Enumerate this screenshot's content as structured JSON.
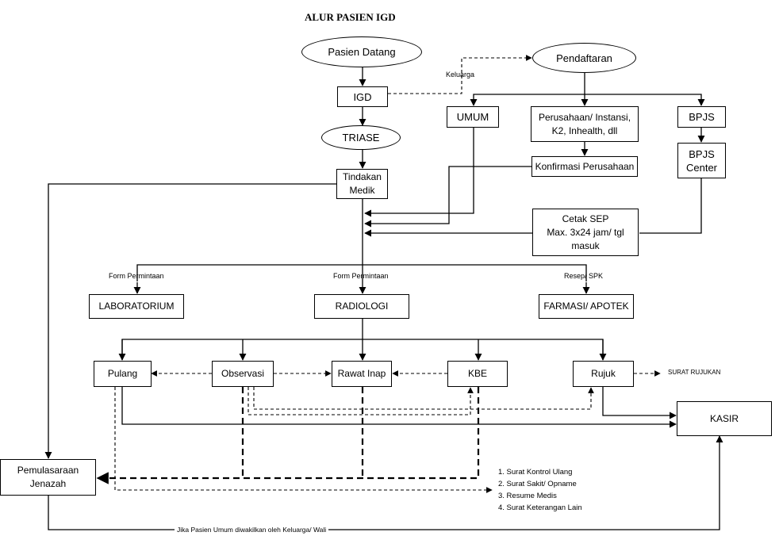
{
  "title": "ALUR  PASIEN IGD",
  "nodes": {
    "pasien_datang": "Pasien Datang",
    "pendaftaran": "Pendaftaran",
    "igd": "IGD",
    "triase": "TRIASE",
    "tindakan_medik": "Tindakan\nMedik",
    "umum": "UMUM",
    "perusahaan": "Perusahaan/ Instansi,\nK2, Inhealth, dll",
    "bpjs": "BPJS",
    "konfirmasi": "Konfirmasi Perusahaan",
    "bpjs_center": "BPJS\nCenter",
    "cetak_sep": "Cetak SEP\nMax. 3x24 jam/ tgl\nmasuk",
    "laboratorium": "LABORATORIUM",
    "radiologi": "RADIOLOGI",
    "farmasi": "FARMASI/ APOTEK",
    "pulang": "Pulang",
    "observasi": "Observasi",
    "rawat_inap": "Rawat Inap",
    "kbe": "KBE",
    "rujuk": "Rujuk",
    "kasir": "KASIR",
    "pemulasaraan": "Pemulasaraan\nJenazah"
  },
  "labels": {
    "keluarga": "Keluarga",
    "form_lab": "Form Permintaan",
    "form_rad": "Form Permintaan",
    "resep": "Resep/ SPK",
    "surat_rujukan": "SURAT RUJUKAN",
    "jika_umum": "Jika Pasien Umum diwakilkan oleh Keluarga/ Wali"
  },
  "documents": [
    "1.   Surat Kontrol Ulang",
    "2.   Surat Sakit/ Opname",
    "3.   Resume Medis",
    "4.   Surat Keterangan Lain"
  ]
}
